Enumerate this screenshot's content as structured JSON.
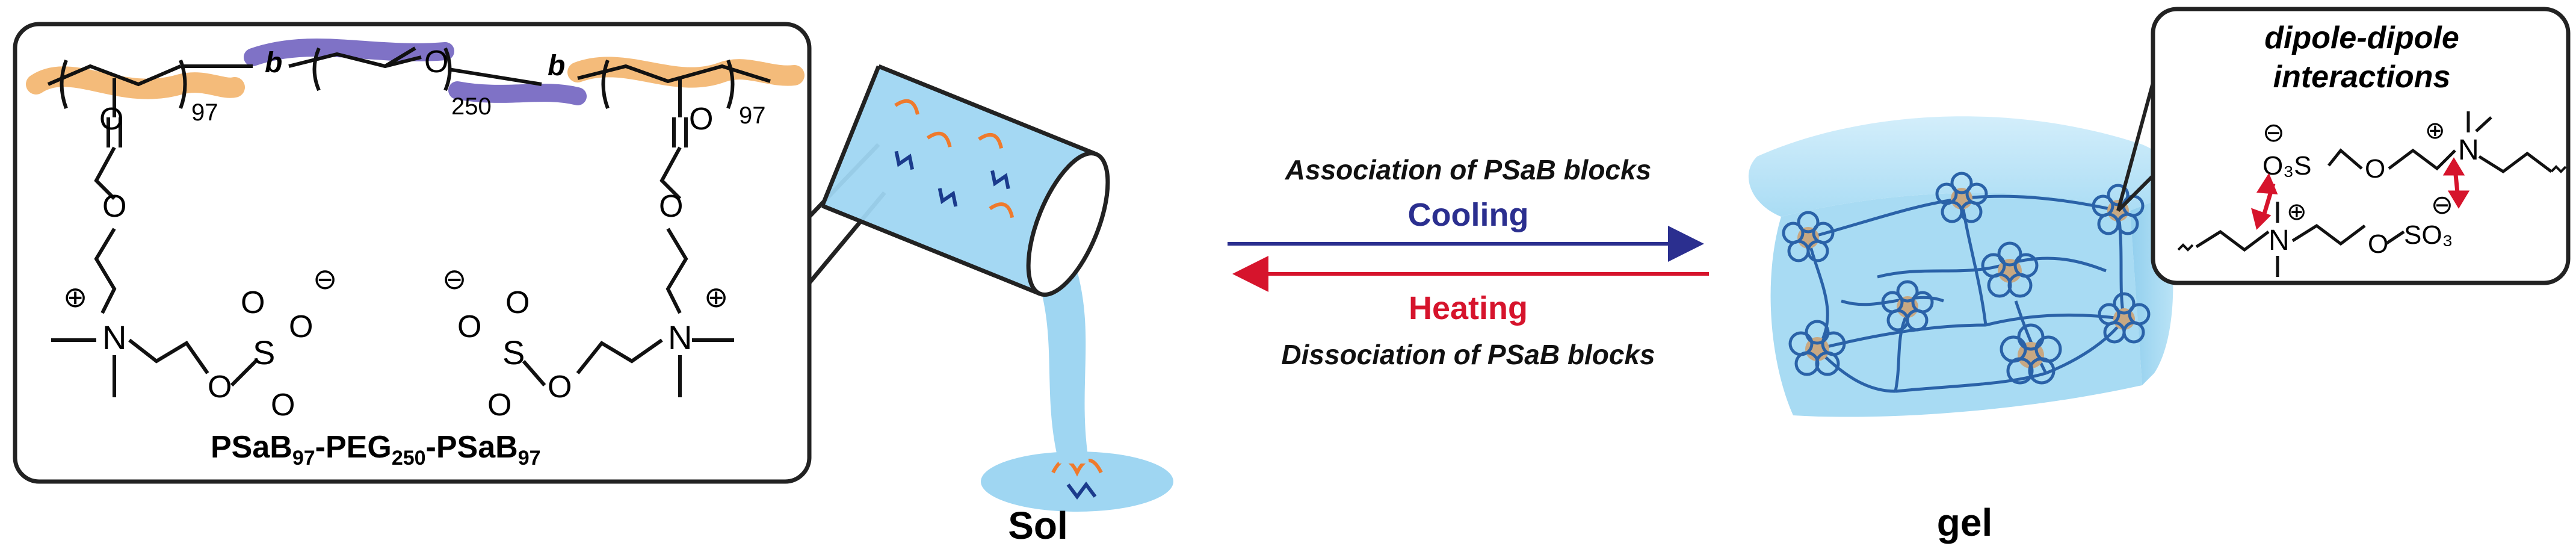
{
  "polymer": {
    "block_a_subscript": "97",
    "block_b_subscript": "97",
    "peg_subscript": "250",
    "block_marker": "b",
    "oxygen": "O",
    "charge_plus": "⊕",
    "charge_minus": "⊖",
    "name_part1": "PSaB",
    "name_sub1": "97",
    "name_part2": "-PEG",
    "name_sub2": "250",
    "name_part3": "-PSaB",
    "name_sub3": "97",
    "nitrogen": "N",
    "sulfur": "S"
  },
  "labels": {
    "sol": "Sol",
    "gel": "gel"
  },
  "process": {
    "top_text": "Association of PSaB blocks",
    "forward_label": "Cooling",
    "reverse_label": "Heating",
    "bottom_text": "Dissociation of PSaB blocks",
    "forward_color": "#2b2f8f",
    "reverse_color": "#d6142c"
  },
  "interactions": {
    "title_line1": "dipole-dipole",
    "title_line2": "interactions",
    "so3_top": "O₃S",
    "so3_bottom": "SO₃",
    "arrow_color": "#d6142c"
  },
  "colors": {
    "liquid": "#9fd6f2",
    "gel": "#b6e1f5",
    "peg_band": "#7f72c6",
    "psab_band": "#f3b46b",
    "network": "#2a62a8"
  }
}
